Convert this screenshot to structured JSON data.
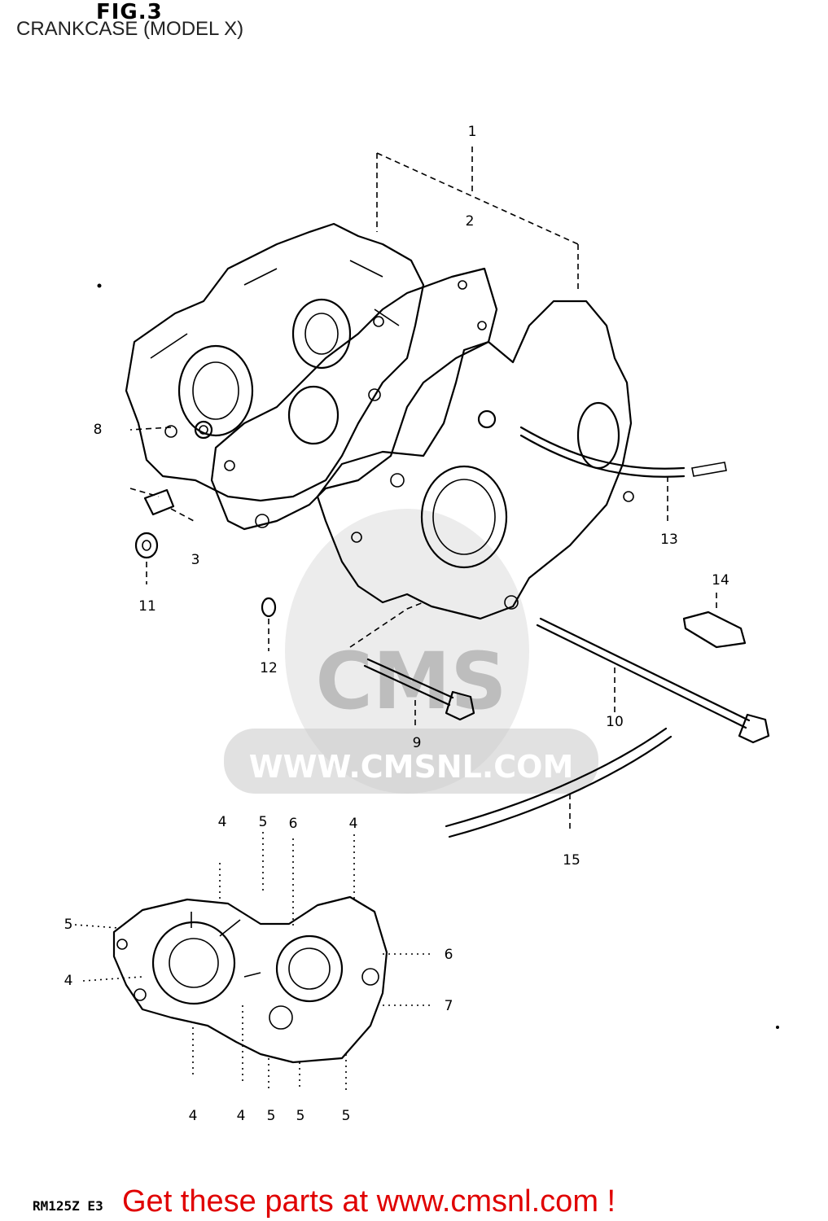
{
  "header": {
    "fig_label": "FIG.3",
    "title": "CRANKCASE (MODEL X)"
  },
  "watermark": {
    "brand": "CMS",
    "url": "WWW.CMSNL.COM"
  },
  "callouts": [
    {
      "id": "c1",
      "text": "1"
    },
    {
      "id": "c2",
      "text": "2"
    },
    {
      "id": "c3",
      "text": "3"
    },
    {
      "id": "c8",
      "text": "8"
    },
    {
      "id": "c9",
      "text": "9"
    },
    {
      "id": "c10",
      "text": "10"
    },
    {
      "id": "c11",
      "text": "11"
    },
    {
      "id": "c12",
      "text": "12"
    },
    {
      "id": "c13",
      "text": "13"
    },
    {
      "id": "c14",
      "text": "14"
    },
    {
      "id": "c15",
      "text": "15"
    },
    {
      "id": "t4a",
      "text": "4"
    },
    {
      "id": "t5a",
      "text": "5"
    },
    {
      "id": "t6a",
      "text": "6"
    },
    {
      "id": "t4b",
      "text": "4"
    },
    {
      "id": "l5",
      "text": "5"
    },
    {
      "id": "l4",
      "text": "4"
    },
    {
      "id": "r6",
      "text": "6"
    },
    {
      "id": "r7",
      "text": "7"
    },
    {
      "id": "b4a",
      "text": "4"
    },
    {
      "id": "b4b",
      "text": "4"
    },
    {
      "id": "b5a",
      "text": "5"
    },
    {
      "id": "b5b",
      "text": "5"
    },
    {
      "id": "b5c",
      "text": "5"
    }
  ],
  "footer": {
    "model_code": "RM125Z E3",
    "link_text": "Get these parts at www.cmsnl.com !"
  }
}
